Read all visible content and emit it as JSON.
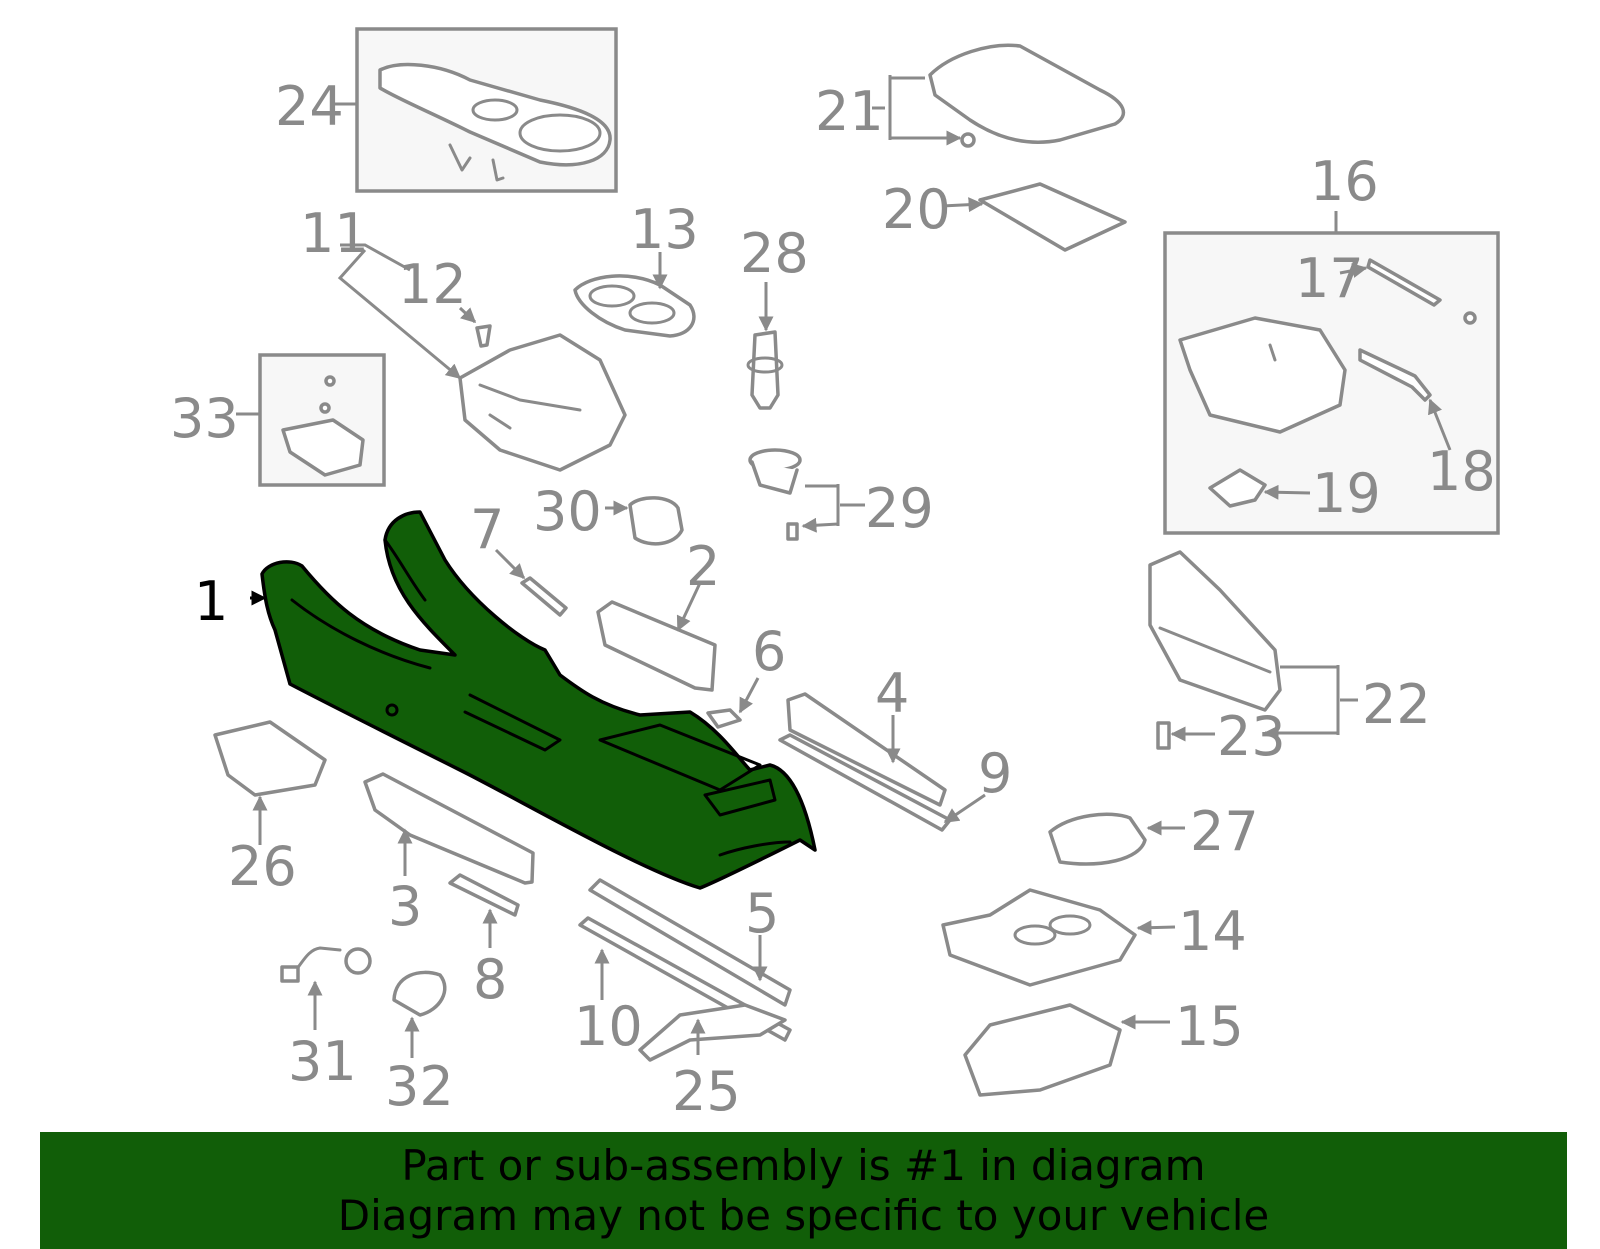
{
  "callouts": {
    "c1": "1",
    "c2": "2",
    "c3": "3",
    "c4": "4",
    "c5": "5",
    "c6": "6",
    "c7": "7",
    "c8": "8",
    "c9": "9",
    "c10": "10",
    "c11": "11",
    "c12": "12",
    "c13": "13",
    "c14": "14",
    "c15": "15",
    "c16": "16",
    "c17": "17",
    "c18": "18",
    "c19": "19",
    "c20": "20",
    "c21": "21",
    "c22": "22",
    "c23": "23",
    "c24": "24",
    "c25": "25",
    "c26": "26",
    "c27": "27",
    "c28": "28",
    "c29": "29",
    "c30": "30",
    "c31": "31",
    "c32": "32",
    "c33": "33"
  },
  "banner": {
    "line1": "Part or sub-assembly is #1 in diagram",
    "line2": "Diagram may not be specific to your vehicle"
  },
  "colors": {
    "highlight": "#115e08",
    "linework": "#8a8a8a"
  }
}
